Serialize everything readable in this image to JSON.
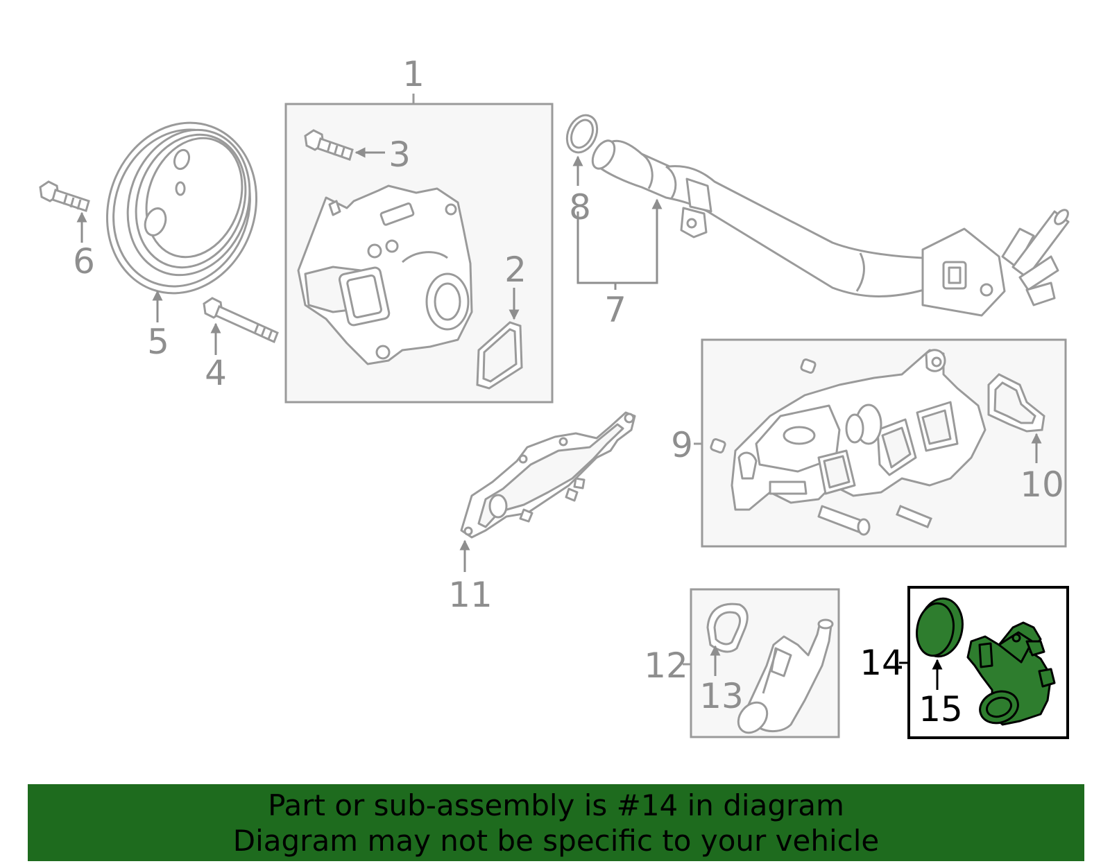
{
  "diagram": {
    "callouts": [
      "1",
      "2",
      "3",
      "4",
      "5",
      "6",
      "7",
      "8",
      "9",
      "10",
      "11",
      "12",
      "13",
      "14",
      "15"
    ],
    "highlighted_part": "14"
  },
  "banner": {
    "line1": "Part or sub-assembly is #14 in diagram",
    "line2": "Diagram may not be specific to your vehicle",
    "background": "#1e6b1e"
  },
  "colors": {
    "line_art": "#9a9a9a",
    "box_fill": "#f7f7f7",
    "highlight_fill": "#2e7d2e",
    "highlight_stroke": "#000000"
  }
}
